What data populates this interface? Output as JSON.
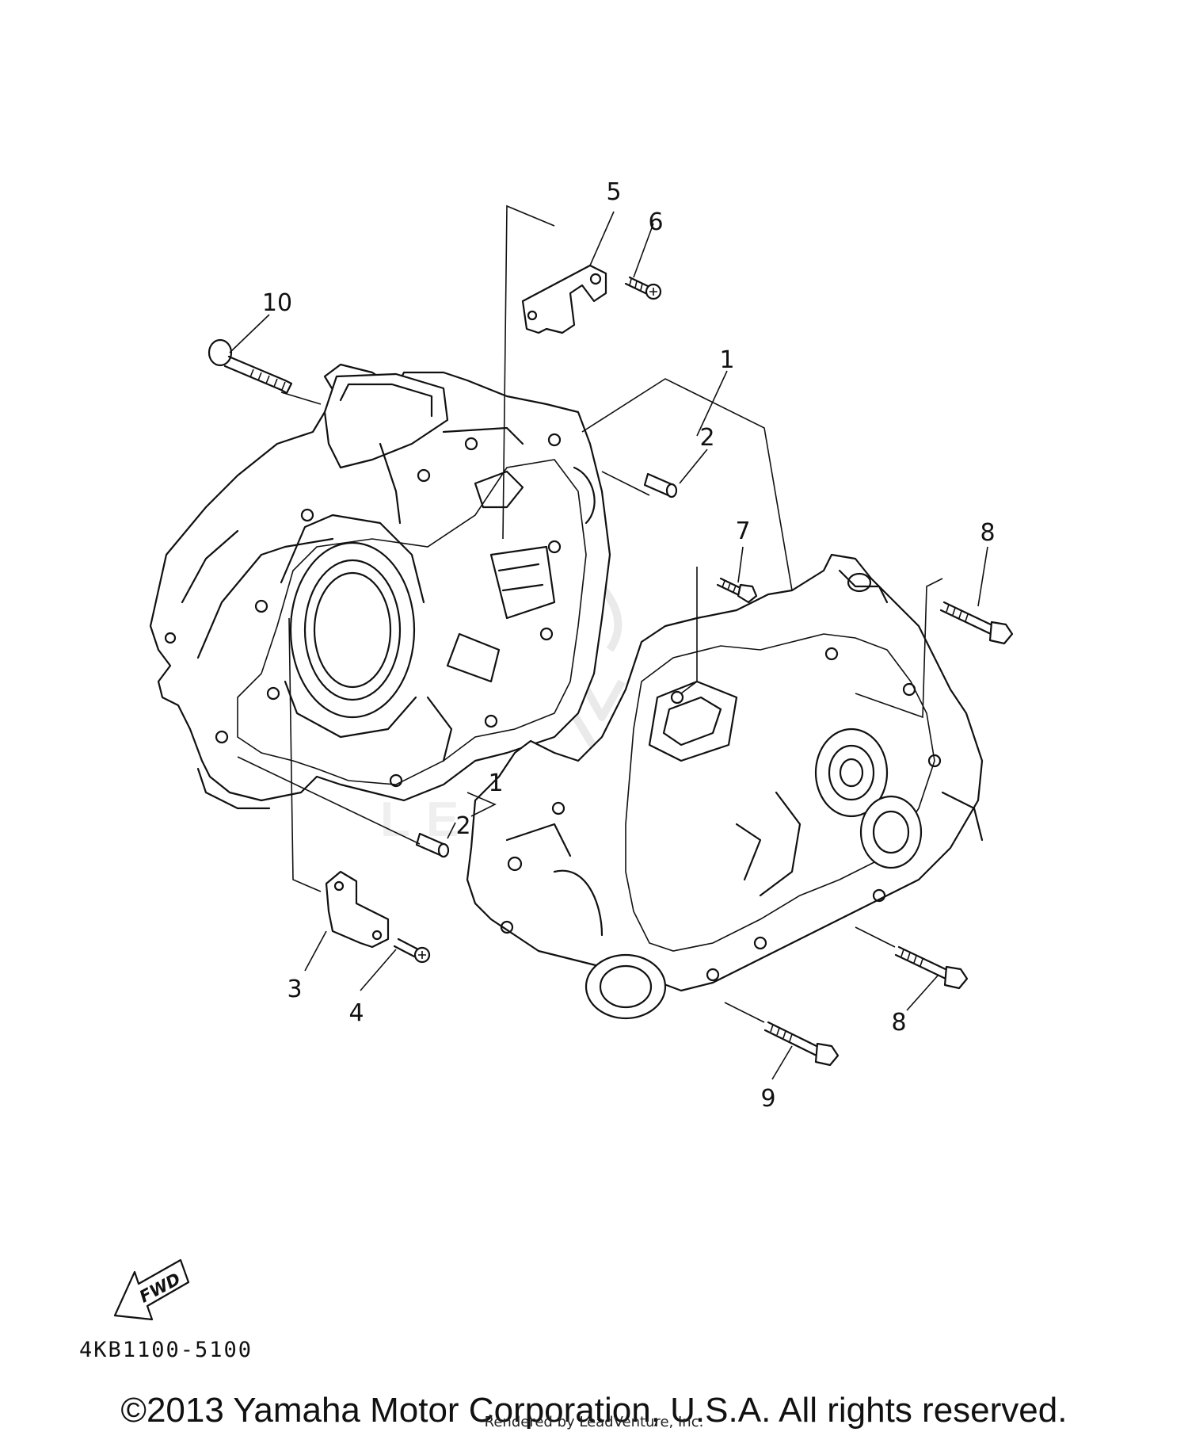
{
  "diagram": {
    "callouts": [
      {
        "id": "c1",
        "label": "1"
      },
      {
        "id": "c1b",
        "label": "1"
      },
      {
        "id": "c2",
        "label": "2"
      },
      {
        "id": "c2b",
        "label": "2"
      },
      {
        "id": "c3",
        "label": "3"
      },
      {
        "id": "c4",
        "label": "4"
      },
      {
        "id": "c5",
        "label": "5"
      },
      {
        "id": "c6",
        "label": "6"
      },
      {
        "id": "c7",
        "label": "7"
      },
      {
        "id": "c8",
        "label": "8"
      },
      {
        "id": "c8b",
        "label": "8"
      },
      {
        "id": "c9",
        "label": "9"
      },
      {
        "id": "c10",
        "label": "10"
      }
    ],
    "fwd_label": "FWD",
    "diagram_code": "4KB1100-5100",
    "watermark_text": "LEADVENTURE"
  },
  "footer": {
    "copyright": "©2013 Yamaha Motor Corporation, U.S.A. All rights reserved.",
    "rendered_by": "Rendered by LeadVenture, Inc."
  },
  "colors": {
    "ink": "#111111",
    "background": "#ffffff",
    "watermark": "#d9d9d9"
  }
}
